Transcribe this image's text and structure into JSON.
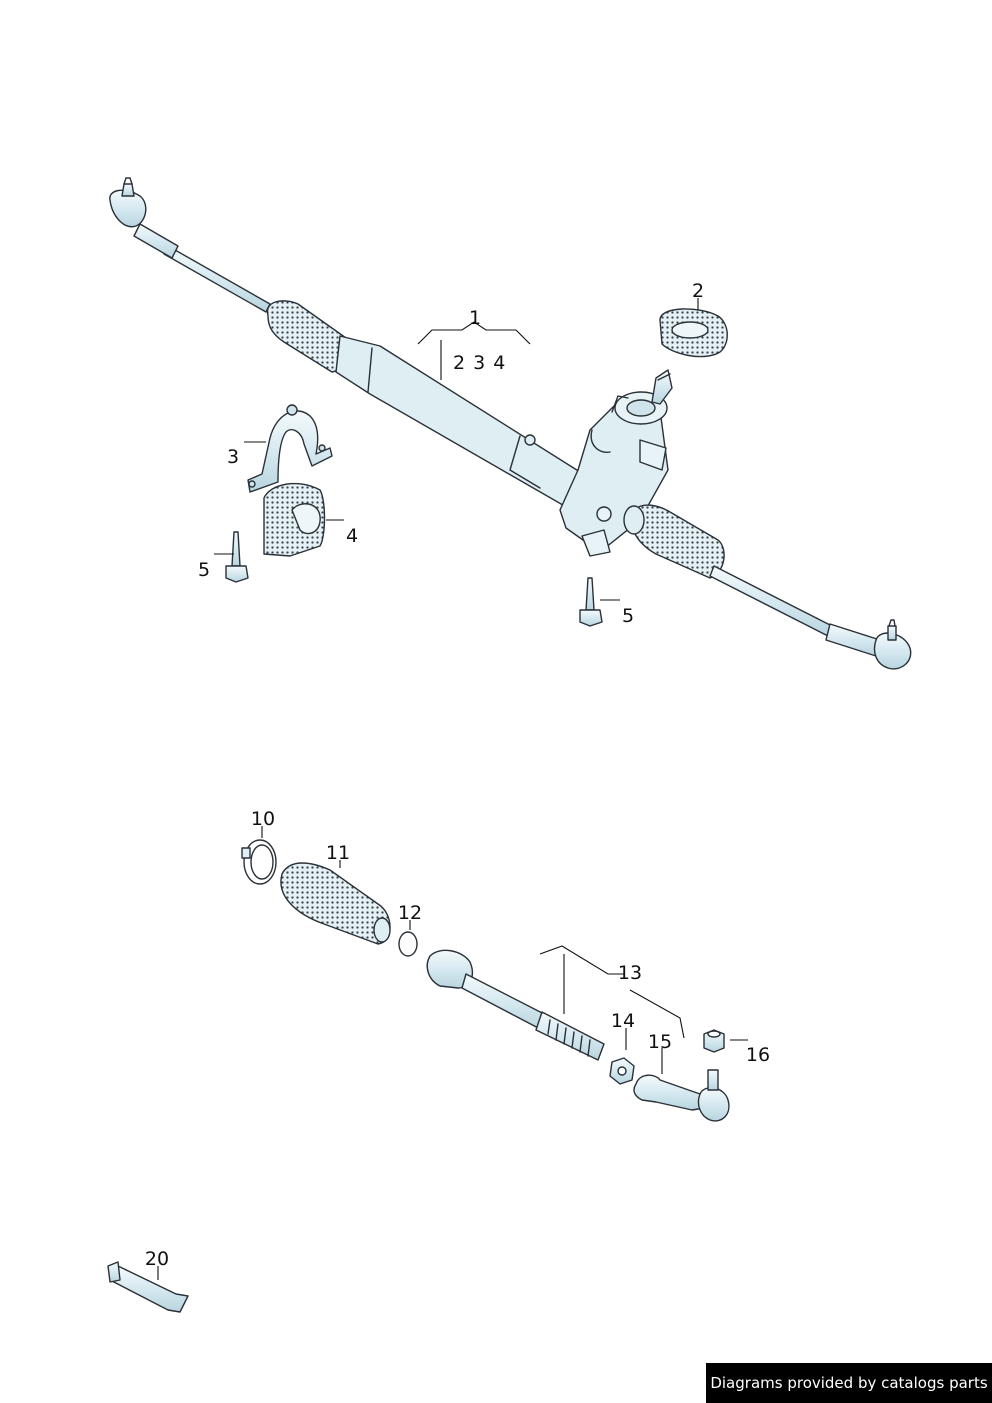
{
  "callouts": {
    "c1": "1",
    "c2": "2",
    "c3": "3",
    "c4": "4",
    "c5a": "5",
    "c5b": "5",
    "c10": "10",
    "c11": "11",
    "c12": "12",
    "c13": "13",
    "c14": "14",
    "c15": "15",
    "c16": "16",
    "c20": "20",
    "sub1": "2 3 4"
  },
  "credit": "Diagrams provided by catalogs parts"
}
